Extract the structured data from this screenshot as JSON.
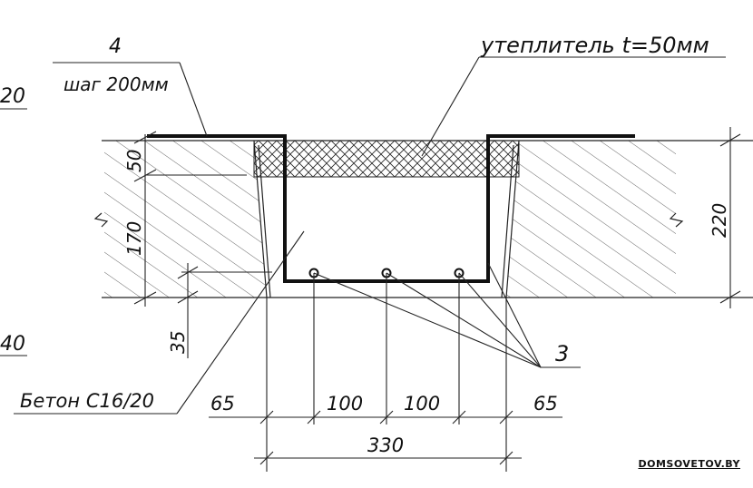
{
  "labels": {
    "rebar_mark": "4",
    "rebar_spacing": "шаг 200мм",
    "insulation": "утеплитель t=50мм",
    "concrete": "Бетон С16/20",
    "bars_mark": "3",
    "cut_left_top": "20",
    "cut_left_bottom": "40"
  },
  "dimensions": {
    "dim_50": "50",
    "dim_170": "170",
    "dim_35": "35",
    "dim_220": "220",
    "dim_65_left": "65",
    "dim_100_a": "100",
    "dim_100_b": "100",
    "dim_65_right": "65",
    "dim_330": "330"
  },
  "watermark": "DOMSOVETOV.BY"
}
